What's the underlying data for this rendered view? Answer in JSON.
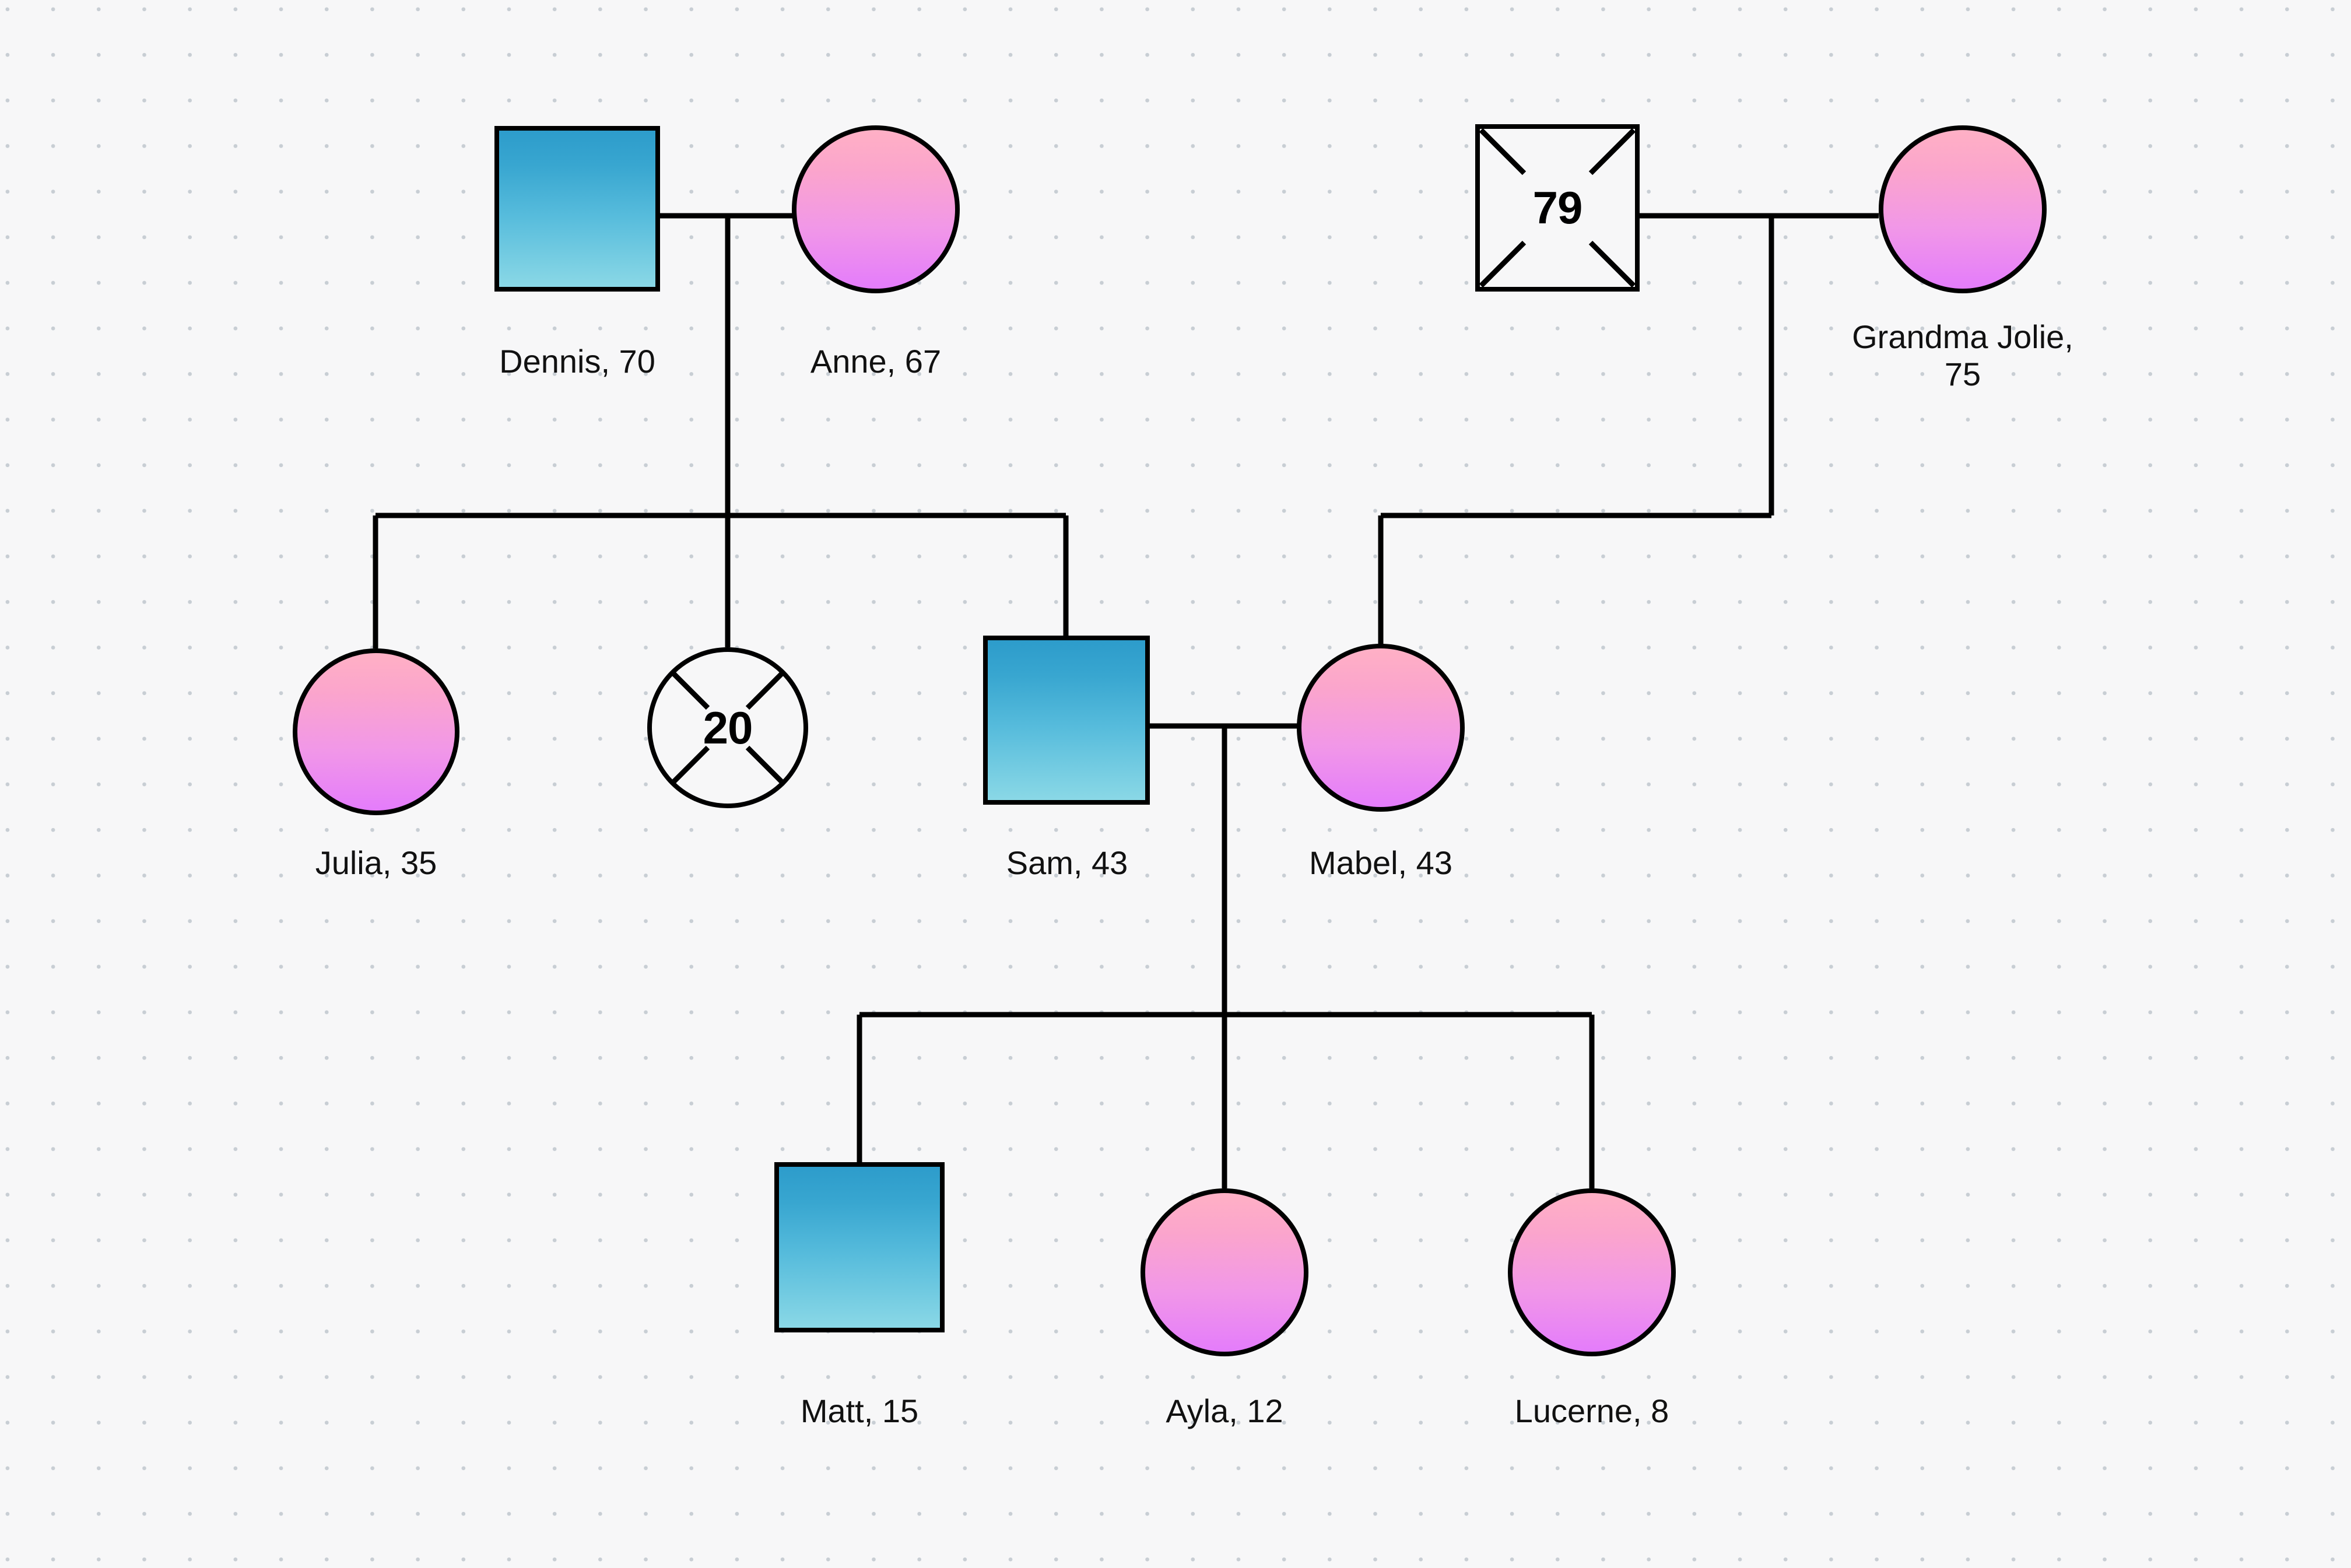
{
  "diagram": {
    "type": "genogram",
    "title": "Family Genogram",
    "background_color": "#f7f7f8",
    "dot_grid_color": "#c8ced4",
    "line_color": "#000000",
    "male_fill_gradient": [
      "#2d9ccb",
      "#8ad8e6"
    ],
    "female_fill_gradient": [
      "#ffb0c5",
      "#e47cfb"
    ],
    "deceased_fill": "#f7f7f8"
  },
  "people": [
    {
      "id": "dennis",
      "name": "Dennis, 70",
      "gender": "male",
      "status": "living",
      "age_inside": ""
    },
    {
      "id": "anne",
      "name": "Anne, 67",
      "gender": "female",
      "status": "living",
      "age_inside": ""
    },
    {
      "id": "papa",
      "name": "",
      "gender": "male",
      "status": "deceased",
      "age_inside": "79"
    },
    {
      "id": "jolie",
      "name": "Grandma Jolie, 75",
      "gender": "female",
      "status": "living",
      "age_inside": ""
    },
    {
      "id": "julia",
      "name": "Julia, 35",
      "gender": "female",
      "status": "living",
      "age_inside": ""
    },
    {
      "id": "twenty",
      "name": "",
      "gender": "female",
      "status": "deceased",
      "age_inside": "20"
    },
    {
      "id": "sam",
      "name": "Sam, 43",
      "gender": "male",
      "status": "living",
      "age_inside": ""
    },
    {
      "id": "mabel",
      "name": "Mabel, 43",
      "gender": "female",
      "status": "living",
      "age_inside": ""
    },
    {
      "id": "matt",
      "name": "Matt, 15",
      "gender": "male",
      "status": "living",
      "age_inside": ""
    },
    {
      "id": "ayla",
      "name": "Ayla, 12",
      "gender": "female",
      "status": "living",
      "age_inside": ""
    },
    {
      "id": "lucerne",
      "name": "Lucerne, 8",
      "gender": "female",
      "status": "living",
      "age_inside": ""
    }
  ],
  "unions": [
    {
      "partners": [
        "dennis",
        "anne"
      ],
      "children": [
        "julia",
        "twenty",
        "sam"
      ]
    },
    {
      "partners": [
        "papa",
        "jolie"
      ],
      "children": [
        "mabel"
      ]
    },
    {
      "partners": [
        "sam",
        "mabel"
      ],
      "children": [
        "matt",
        "ayla",
        "lucerne"
      ]
    }
  ],
  "labels": {
    "dennis": "Dennis, 70",
    "anne": "Anne, 67",
    "jolie": "Grandma Jolie,\n75",
    "julia": "Julia, 35",
    "sam": "Sam, 43",
    "mabel": "Mabel, 43",
    "matt": "Matt, 15",
    "ayla": "Ayla, 12",
    "lucerne": "Lucerne, 8"
  },
  "ages_inside": {
    "papa": "79",
    "twenty": "20"
  }
}
